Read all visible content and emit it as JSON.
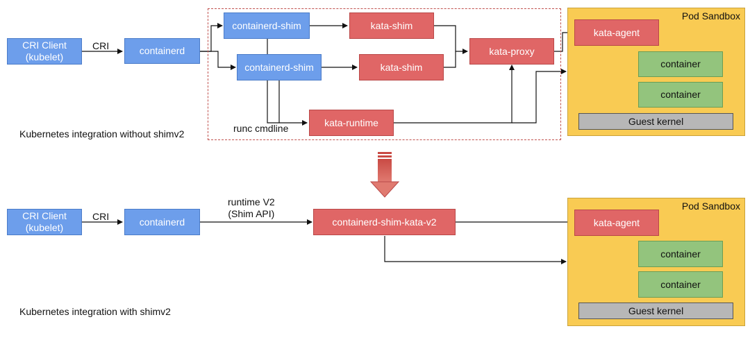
{
  "top": {
    "cri_client": "CRI Client\n(kubelet)",
    "cri_label": "CRI",
    "containerd": "containerd",
    "shim1": "containerd-shim",
    "shim2": "containerd-shim",
    "kata_shim1": "kata-shim",
    "kata_shim2": "kata-shim",
    "kata_proxy": "kata-proxy",
    "kata_runtime": "kata-runtime",
    "runc_label": "runc cmdline",
    "caption": "Kubernetes integration without shimv2",
    "sandbox": {
      "title": "Pod Sandbox",
      "agent": "kata-agent",
      "container1": "container",
      "container2": "container",
      "kernel": "Guest kernel"
    }
  },
  "bottom": {
    "cri_client": "CRI Client\n(kubelet)",
    "cri_label": "CRI",
    "containerd": "containerd",
    "runtime_label": "runtime V2\n(Shim API)",
    "shim_v2": "containerd-shim-kata-v2",
    "caption": "Kubernetes integration with shimv2",
    "sandbox": {
      "title": "Pod Sandbox",
      "agent": "kata-agent",
      "container1": "container",
      "container2": "container",
      "kernel": "Guest kernel"
    }
  },
  "colors": {
    "blue_box": "#6d9eeb",
    "red_box": "#e06666",
    "green_box": "#93c47d",
    "sandbox": "#f9cb53",
    "kernel": "#b7b7b7",
    "dashed_border": "#c0504d"
  }
}
